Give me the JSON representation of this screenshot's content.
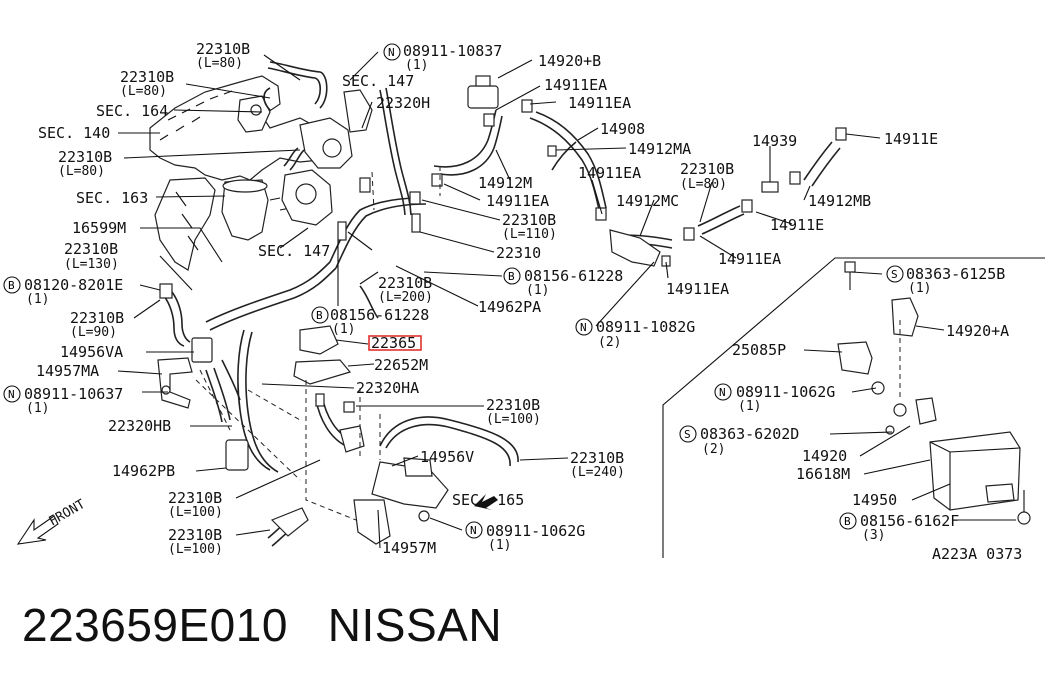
{
  "diagram_code": "A223A 0373",
  "caption": {
    "part_number": "223659E010",
    "brand": "NISSAN"
  },
  "direction_label": "FRONT",
  "labels": {
    "l_22310B_1": "22310B",
    "l_22310B_1s": "(L=80)",
    "l_08911_10837": "08911-10837",
    "l_08911_10837s": "(1)",
    "l_14920B": "14920+B",
    "l_22310B_2": "22310B",
    "l_22310B_2s": "(L=80)",
    "l_sec147a": "SEC. 147",
    "l_14911EA_1": "14911EA",
    "l_14911EA_2": "14911EA",
    "l_sec164": "SEC. 164",
    "l_22320H": "22320H",
    "l_14908": "14908",
    "l_sec140": "SEC. 140",
    "l_14912MA": "14912MA",
    "l_14939": "14939",
    "l_14911E_1": "14911E",
    "l_22310B_3": "22310B",
    "l_22310B_3s": "(L=80)",
    "l_14911EA_3": "14911EA",
    "l_22310B_4": "22310B",
    "l_22310B_4s": "(L=80)",
    "l_14912M": "14912M",
    "l_sec163": "SEC. 163",
    "l_14911EA_4": "14911EA",
    "l_14912MC": "14912MC",
    "l_14912MB": "14912MB",
    "l_22310B_5": "22310B",
    "l_22310B_5s": "(L=110)",
    "l_14911E_2": "14911E",
    "l_16599M": "16599M",
    "l_22310": "22310",
    "l_sec147b": "SEC. 147",
    "l_22310B_6": "22310B",
    "l_22310B_6s": "(L=130)",
    "l_14911EA_5": "14911EA",
    "l_08156_61228a": "08156-61228",
    "l_08156_61228as": "(1)",
    "l_08363_6125B": "08363-6125B",
    "l_08363_6125Bs": "(1)",
    "l_08120_8201E": "08120-8201E",
    "l_08120_8201Es": "(1)",
    "l_22310B_7": "22310B",
    "l_22310B_7s": "(L=200)",
    "l_14911EA_6": "14911EA",
    "l_14962PA": "14962PA",
    "l_22310B_8": "22310B",
    "l_22310B_8s": "(L=90)",
    "l_08156_61228b": "08156-61228",
    "l_08156_61228bs": "(1)",
    "l_14920A": "14920+A",
    "l_08911_1082G": "08911-1082G",
    "l_08911_1082Gs": "(2)",
    "l_22365_partial": "22365",
    "l_14956VA": "14956VA",
    "l_25085P": "25085P",
    "l_22652M": "22652M",
    "l_14957MA": "14957MA",
    "l_22320HA": "22320HA",
    "l_08911_1062Ga": "08911-1062G",
    "l_08911_1062Gas": "(1)",
    "l_08911_10637": "08911-10637",
    "l_08911_10637s": "(1)",
    "l_22310B_9": "22310B",
    "l_22310B_9s": "(L=100)",
    "l_22320HB": "22320HB",
    "l_08363_6202D": "08363-6202D",
    "l_08363_6202Ds": "(2)",
    "l_14956V": "14956V",
    "l_22310B_10": "22310B",
    "l_22310B_10s": "(L=240)",
    "l_14920": "14920",
    "l_14962PB": "14962PB",
    "l_16618M": "16618M",
    "l_sec165": "SEC. 165",
    "l_22310B_11": "22310B",
    "l_22310B_11s": "(L=100)",
    "l_14950": "14950",
    "l_08911_1062Gb": "08911-1062G",
    "l_08911_1062Gbs": "(1)",
    "l_08156_6162F": "08156-6162F",
    "l_08156_6162Fs": "(3)",
    "l_22310B_12": "22310B",
    "l_22310B_12s": "(L=100)",
    "l_14957M": "14957M"
  },
  "markers": {
    "N": "N",
    "B": "B",
    "S": "S"
  },
  "highlight_color": "#e0322b"
}
